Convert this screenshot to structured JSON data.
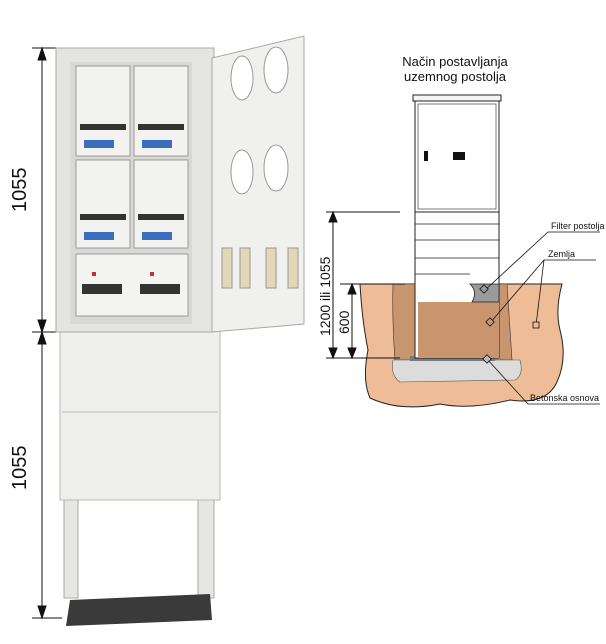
{
  "photo": {
    "dimension_upper": "1055",
    "dimension_lower": "1055"
  },
  "diagram": {
    "title_line1": "Način postavljanja",
    "title_line2": "uzemnog postolja",
    "dimension_total": "1200 ili 1055",
    "dimension_depth": "600",
    "label_filter": "Filter postolja",
    "label_soil": "Zemlja",
    "label_base": "Betonska osnova"
  },
  "colors": {
    "soil_light": "#eebc96",
    "soil_dark": "#c9956f",
    "filter": "#9a9a9a",
    "concrete": "#dcdcdc"
  }
}
